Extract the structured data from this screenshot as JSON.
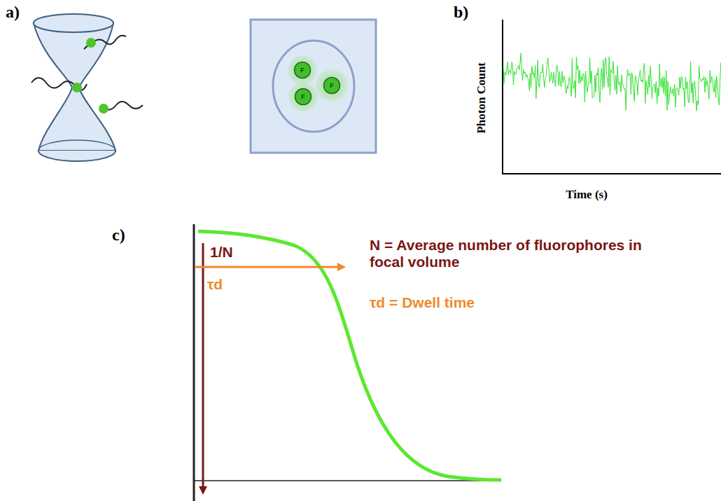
{
  "diagram": {
    "nodes": [
      {
        "text": [
          "F"
        ]
      },
      {
        "text": [
          "F"
        ]
      },
      {
        "text": [
          "F"
        ]
      }
    ],
    "labels": [
      "a)",
      "b)",
      "Photon Count",
      "Time (s)",
      "c)",
      "1/N",
      "τd",
      "N = Average number of fluorophores in focal volume",
      "τd = Dwell time"
    ]
  }
}
